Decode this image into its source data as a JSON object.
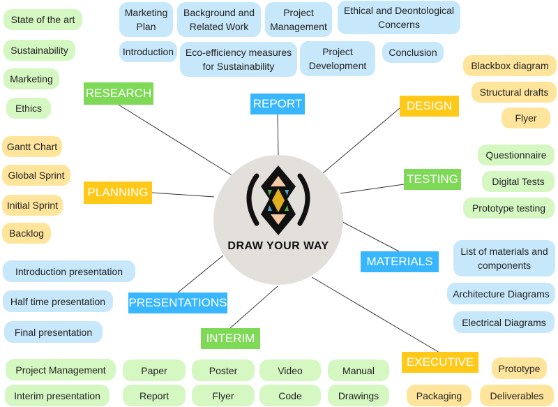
{
  "center": {
    "title": "DRAW YOUR WAY"
  },
  "categories": {
    "research": "RESEARCH",
    "report": "REPORT",
    "design": "DESIGN",
    "testing": "TESTING",
    "materials": "MATERIALS",
    "executive": "EXECUTIVE",
    "interim": "INTERIM",
    "presentations": "PRESENTATIONS",
    "planning": "PLANNING"
  },
  "research": [
    "State of the art",
    "Sustainability",
    "Marketing",
    "Ethics"
  ],
  "report": [
    "Marketing Plan",
    "Background and Related Work",
    "Project Management",
    "Ethical and Deontological Concerns",
    "Introduction",
    "Eco-efficiency measures for Sustainability",
    "Project Development",
    "Conclusion"
  ],
  "design": [
    "Blackbox diagram",
    "Structural drafts",
    "Flyer"
  ],
  "testing": [
    "Questionnaire",
    "Digital Tests",
    "Prototype testing"
  ],
  "materials": [
    "List of materials and components",
    "Architecture Diagrams",
    "Electrical Diagrams"
  ],
  "executive": [
    "Prototype",
    "Packaging",
    "Deliverables"
  ],
  "planning": [
    "Gantt Chart",
    "Global Sprint",
    "Initial Sprint",
    "Backlog"
  ],
  "presentations": [
    "Introduction presentation",
    "Half time presentation",
    "Final presentation"
  ],
  "interim": [
    "Project Management",
    "Interim presentation",
    "Paper",
    "Report",
    "Poster",
    "Flyer",
    "Video",
    "Code",
    "Manual",
    "Drawings"
  ],
  "colors": {
    "green_node": "#d5f7c2",
    "green_label": "#7ed957",
    "blue_node": "#c7e7fb",
    "blue_label": "#38b6ff",
    "yellow_node": "#ffe59c",
    "yellow_label": "#ffc91a",
    "hub": "#e3e0dc"
  }
}
